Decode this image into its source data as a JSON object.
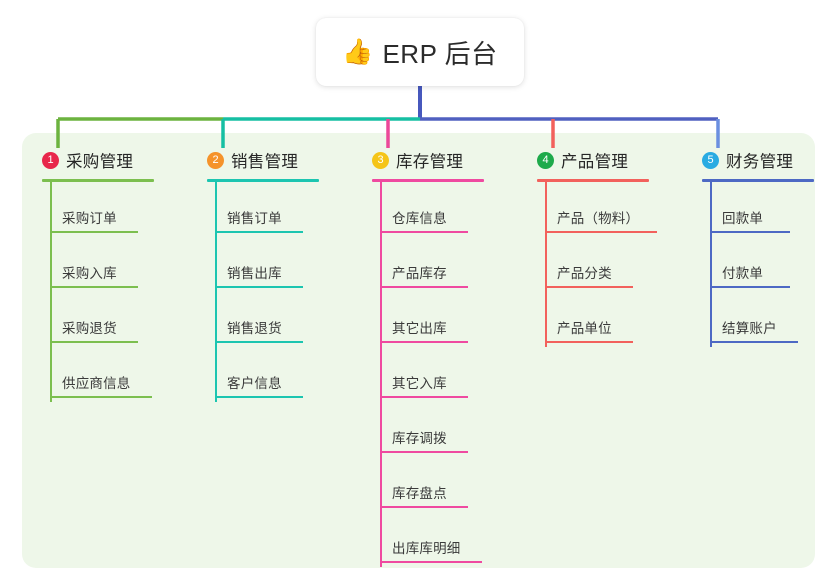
{
  "root": {
    "icon": "thumbs-up-icon",
    "icon_glyph": "👍",
    "title": "ERP 后台"
  },
  "panel": {
    "background": "#eef7e9"
  },
  "connector_colors": {
    "bar_left_green": "#6cb33f",
    "bar_mid_teal": "#16bfa3",
    "bar_right_purple": "#5060c0",
    "stem_center": "#4758bd",
    "drop_1": "#6cb33f",
    "drop_2": "#16bfa3",
    "drop_3": "#ec4899",
    "drop_4": "#f2615c",
    "drop_5": "#6b8fe0"
  },
  "columns": [
    {
      "index": "1",
      "badge_color": "#e8274b",
      "accent": "#7cbf4f",
      "title": "采购管理",
      "underline_width": 112,
      "items": [
        {
          "label": "采购订单",
          "underline_width": 88
        },
        {
          "label": "采购入库",
          "underline_width": 88
        },
        {
          "label": "采购退货",
          "underline_width": 88
        },
        {
          "label": "供应商信息",
          "underline_width": 102
        }
      ]
    },
    {
      "index": "2",
      "badge_color": "#f5932b",
      "accent": "#1cc5b0",
      "title": "销售管理",
      "underline_width": 112,
      "items": [
        {
          "label": "销售订单",
          "underline_width": 88
        },
        {
          "label": "销售出库",
          "underline_width": 88
        },
        {
          "label": "销售退货",
          "underline_width": 88
        },
        {
          "label": "客户信息",
          "underline_width": 88
        }
      ]
    },
    {
      "index": "3",
      "badge_color": "#f5c518",
      "accent": "#ef4aa0",
      "title": "库存管理",
      "underline_width": 112,
      "items": [
        {
          "label": "仓库信息",
          "underline_width": 88
        },
        {
          "label": "产品库存",
          "underline_width": 88
        },
        {
          "label": "其它出库",
          "underline_width": 88
        },
        {
          "label": "其它入库",
          "underline_width": 88
        },
        {
          "label": "库存调拨",
          "underline_width": 88
        },
        {
          "label": "库存盘点",
          "underline_width": 88
        },
        {
          "label": "出库库明细",
          "underline_width": 102
        }
      ]
    },
    {
      "index": "4",
      "badge_color": "#1eaa4b",
      "accent": "#f2615c",
      "title": "产品管理",
      "underline_width": 112,
      "items": [
        {
          "label": "产品（物料）",
          "underline_width": 112
        },
        {
          "label": "产品分类",
          "underline_width": 88
        },
        {
          "label": "产品单位",
          "underline_width": 88
        }
      ]
    },
    {
      "index": "5",
      "badge_color": "#29abe2",
      "accent": "#4d69c4",
      "title": "财务管理",
      "underline_width": 112,
      "items": [
        {
          "label": "回款单",
          "underline_width": 80
        },
        {
          "label": "付款单",
          "underline_width": 80
        },
        {
          "label": "结算账户",
          "underline_width": 88
        }
      ]
    }
  ]
}
